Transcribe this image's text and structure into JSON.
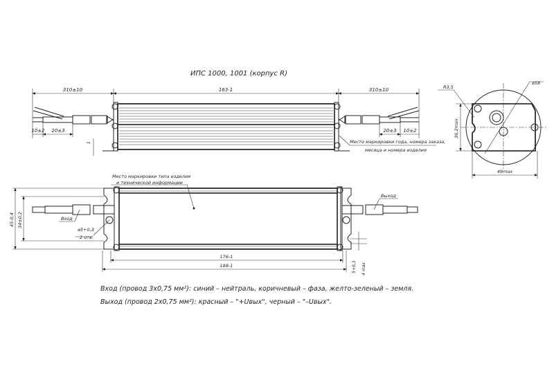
{
  "title": "ИПС 1000, 1001 (корпус R)",
  "top_view": {
    "dim_left_cable": "310±10",
    "dim_body_length": "163-1",
    "dim_right_cable": "310±10",
    "dim_left_strip": "10±2",
    "dim_left_sleeve": "20±3",
    "dim_right_sleeve": "20±3",
    "dim_right_strip": "10±2",
    "dim_flange": "1",
    "marking_note_line1": "Место маркировки года, номера заказа,",
    "marking_note_line2": "месяца и номера изделия"
  },
  "end_view": {
    "radius": "R3,5",
    "diameter": "⌀58",
    "height": "36,2max",
    "width": "49max"
  },
  "front_view": {
    "marking_note_line1": "Место маркировки типа изделия",
    "marking_note_line2": "и технической информации",
    "dim_height": "45-0,4",
    "dim_hole_spacing": "34±0,2",
    "input_label": "Вход",
    "output_label": "Выход",
    "hole_dia": "⌀5+0,3",
    "hole_count": "2 отв.",
    "dim_inner_length": "176-1",
    "dim_overall_length": "188-1",
    "dim_slot": "5+0,3",
    "dim_flange_max": "4 max"
  },
  "notes": {
    "input": "Вход (провод 3х0,75 мм²): синий – нейтраль, коричневый – фаза, желто-зеленый – земля.",
    "output": "Выход (провод 2х0,75 мм²): красный – \"+Uвых\", черный – \"–Uвых\"."
  }
}
